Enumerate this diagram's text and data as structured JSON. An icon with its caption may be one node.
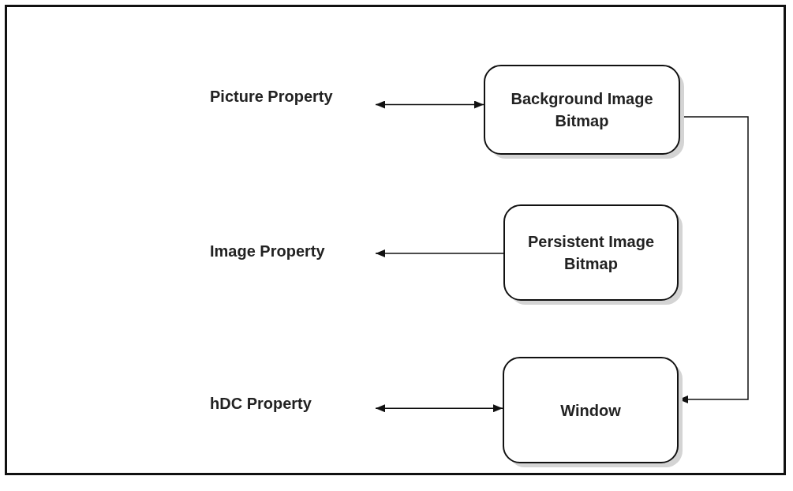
{
  "diagram": {
    "nodes": [
      {
        "text": [
          "Picture Property"
        ]
      },
      {
        "text": [
          "Background Image Bitmap"
        ]
      },
      {
        "text": [
          "Image Property"
        ]
      },
      {
        "text": [
          "Persistent Image Bitmap"
        ]
      },
      {
        "text": [
          "hDC Property"
        ]
      },
      {
        "text": [
          "Window"
        ]
      }
    ],
    "edges": [
      {
        "from": 0,
        "to": 1,
        "arrow": "both"
      },
      {
        "from": 3,
        "to": 2,
        "arrow": "to"
      },
      {
        "from": 4,
        "to": 5,
        "arrow": "both"
      },
      {
        "from": 1,
        "to": 5,
        "arrow": "to"
      }
    ]
  }
}
